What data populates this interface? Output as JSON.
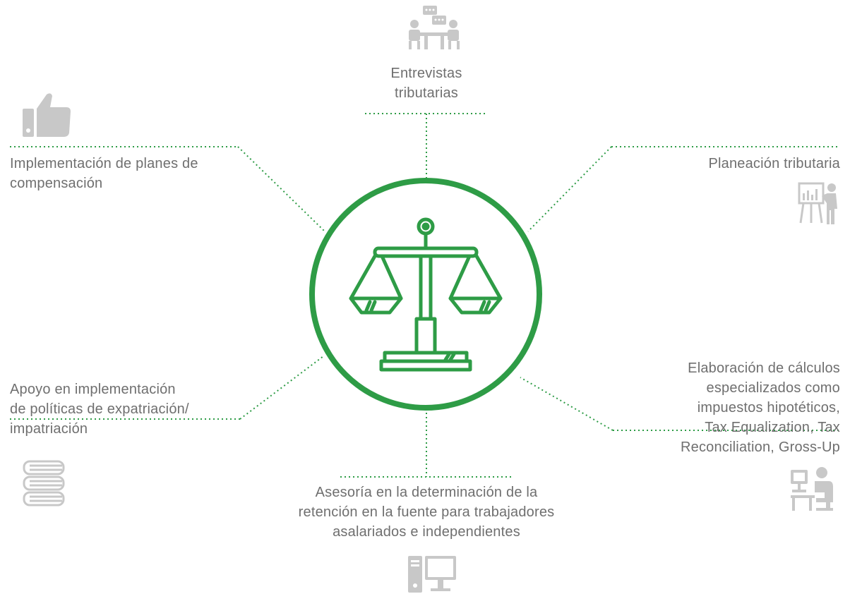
{
  "center": {
    "icon": "scales-of-justice-icon",
    "accent_color": "#2e9c46"
  },
  "connector_color": "#2e9c46",
  "icon_color": "#c8c8c8",
  "services": [
    {
      "id": "entrevistas",
      "icon": "meeting-icon",
      "lines": [
        "Entrevistas",
        "tributarias"
      ]
    },
    {
      "id": "compensacion",
      "icon": "thumbs-up-icon",
      "lines": [
        "Implementación de planes de",
        "compensación"
      ]
    },
    {
      "id": "planeacion",
      "icon": "presentation-icon",
      "lines": [
        "Planeación tributaria"
      ]
    },
    {
      "id": "expatriacion",
      "icon": "books-icon",
      "lines": [
        "Apoyo en implementación",
        "de políticas de expatriación/",
        "impatriación"
      ]
    },
    {
      "id": "calculos",
      "icon": "office-worker-icon",
      "lines": [
        "Elaboración de cálculos",
        "especializados como",
        "impuestos hipotéticos,",
        "Tax Equalization, Tax",
        "Reconciliation, Gross-Up"
      ]
    },
    {
      "id": "retencion",
      "icon": "desktop-computer-icon",
      "lines": [
        "Asesoría en la determinación de la",
        "retención en la fuente para trabajadores",
        "asalariados e independientes"
      ]
    }
  ]
}
